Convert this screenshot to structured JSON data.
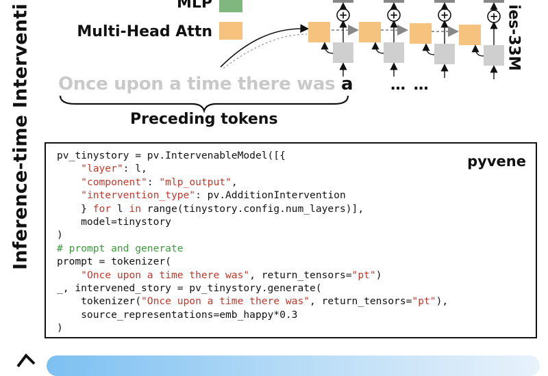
{
  "side_title": "Inference-time Interventi",
  "model_label": "ies-33M",
  "legend": {
    "mlp": {
      "label": "MLP",
      "color": "#7fb77e"
    },
    "attn": {
      "label": "Multi-Head Attn",
      "color": "#f6c37e"
    }
  },
  "colors": {
    "residual": "#cfcfcf",
    "text": "#111111",
    "prompt_faded": "#c9c9c9",
    "string": "#c0392b",
    "comment": "#3a9a3a"
  },
  "prompt": {
    "faded": "Once upon a time there was ",
    "last": "a"
  },
  "ellipsis": "… …",
  "brace_label": "Preceding tokens",
  "code": {
    "tag": "pyvene",
    "lines": [
      "pv_tinystory = pv.IntervenableModel([{",
      "    \"layer\": l,",
      "    \"component\": \"mlp_output\",",
      "    \"intervention_type\": pv.AdditionIntervention",
      "    } for l in range(tinystory.config.num_layers)],",
      "    model=tinystory",
      ")",
      "# prompt and generate",
      "prompt = tokenizer(",
      "    \"Once upon a time there was\", return_tensors=\"pt\")",
      "_, intervened_story = pv_tinystory.generate(",
      "    tokenizer(\"Once upon a time there was\", return_tensors=\"pt\"),",
      "    source_representations=emb_happy*0.3",
      ")"
    ]
  }
}
